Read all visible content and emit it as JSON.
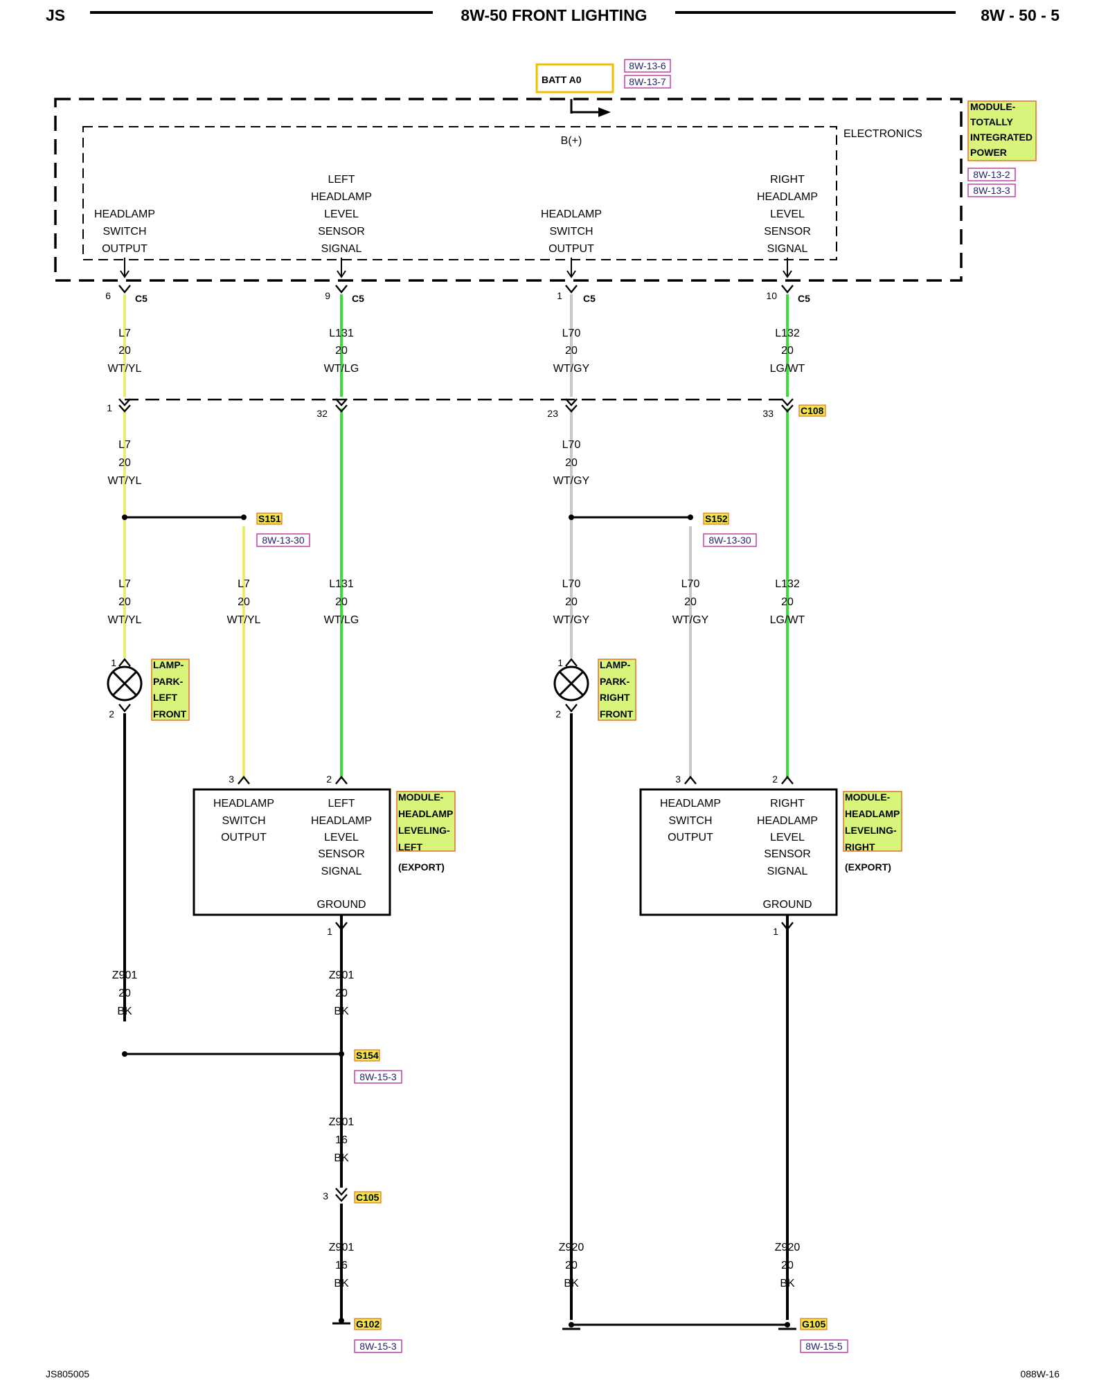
{
  "header": {
    "left": "JS",
    "title": "8W-50 FRONT LIGHTING",
    "page": "8W - 50 - 5"
  },
  "footer": {
    "left": "JS805005",
    "right": "088W-16"
  },
  "colors": {
    "WT/YL": "#ecec70",
    "WT/LG": "#3cdc3c",
    "LG/WT": "#3cdc3c",
    "WT/GY": "#c8c8c8",
    "BK": "#000000",
    "tag_fill": "#f2e64a",
    "tag_border": "#e07020",
    "label_fill": "#d8f47a",
    "ref_border": "#c040a0",
    "batt_border": "#f0c000"
  },
  "batt": {
    "label": "BATT A0",
    "refs": [
      "8W-13-6",
      "8W-13-7"
    ]
  },
  "tipm": {
    "label": [
      "MODULE-",
      "TOTALLY",
      "INTEGRATED",
      "POWER"
    ],
    "refs": [
      "8W-13-2",
      "8W-13-3"
    ],
    "electronics": "ELECTRONICS",
    "bplus": "B(+)",
    "outputs": [
      {
        "lines": [
          "HEADLAMP",
          "SWITCH",
          "OUTPUT"
        ],
        "pin": "6",
        "conn": "C5"
      },
      {
        "lines": [
          "LEFT",
          "HEADLAMP",
          "LEVEL",
          "SENSOR",
          "SIGNAL"
        ],
        "pin": "9",
        "conn": "C5"
      },
      {
        "lines": [
          "HEADLAMP",
          "SWITCH",
          "OUTPUT"
        ],
        "pin": "1",
        "conn": "C5"
      },
      {
        "lines": [
          "RIGHT",
          "HEADLAMP",
          "LEVEL",
          "SENSOR",
          "SIGNAL"
        ],
        "pin": "10",
        "conn": "C5"
      }
    ]
  },
  "wires_upper": [
    {
      "circuit": "L7",
      "gauge": "20",
      "color": "WT/YL"
    },
    {
      "circuit": "L131",
      "gauge": "20",
      "color": "WT/LG"
    },
    {
      "circuit": "L70",
      "gauge": "20",
      "color": "WT/GY"
    },
    {
      "circuit": "L132",
      "gauge": "20",
      "color": "LG/WT"
    }
  ],
  "c108": {
    "label": "C108",
    "pins": [
      "1",
      "32",
      "23",
      "33"
    ]
  },
  "wires_mid": [
    {
      "circuit": "L7",
      "gauge": "20",
      "color": "WT/YL"
    },
    {
      "circuit": "L70",
      "gauge": "20",
      "color": "WT/GY"
    }
  ],
  "splices": {
    "s151": {
      "label": "S151",
      "ref": "8W-13-30"
    },
    "s152": {
      "label": "S152",
      "ref": "8W-13-30"
    },
    "s154": {
      "label": "S154",
      "ref": "8W-15-3"
    }
  },
  "wires_lower": [
    {
      "circuit": "L7",
      "gauge": "20",
      "color": "WT/YL"
    },
    {
      "circuit": "L7",
      "gauge": "20",
      "color": "WT/YL"
    },
    {
      "circuit": "L131",
      "gauge": "20",
      "color": "WT/LG"
    },
    {
      "circuit": "L70",
      "gauge": "20",
      "color": "WT/GY"
    },
    {
      "circuit": "L70",
      "gauge": "20",
      "color": "WT/GY"
    },
    {
      "circuit": "L132",
      "gauge": "20",
      "color": "LG/WT"
    }
  ],
  "lamps": [
    {
      "label": [
        "LAMP-",
        "PARK-",
        "LEFT",
        "FRONT"
      ],
      "pin_top": "1",
      "pin_bottom": "2"
    },
    {
      "label": [
        "LAMP-",
        "PARK-",
        "RIGHT",
        "FRONT"
      ],
      "pin_top": "1",
      "pin_bottom": "2"
    }
  ],
  "leveling_modules": [
    {
      "label": [
        "MODULE-",
        "HEADLAMP",
        "LEVELING-",
        "LEFT"
      ],
      "export": "(EXPORT)",
      "col1": [
        "HEADLAMP",
        "SWITCH",
        "OUTPUT"
      ],
      "col2": [
        "LEFT",
        "HEADLAMP",
        "LEVEL",
        "SENSOR",
        "SIGNAL"
      ],
      "ground": "GROUND",
      "pin_a": "3",
      "pin_b": "2",
      "pin_gnd": "1"
    },
    {
      "label": [
        "MODULE-",
        "HEADLAMP",
        "LEVELING-",
        "RIGHT"
      ],
      "export": "(EXPORT)",
      "col1": [
        "HEADLAMP",
        "SWITCH",
        "OUTPUT"
      ],
      "col2": [
        "RIGHT",
        "HEADLAMP",
        "LEVEL",
        "SENSOR",
        "SIGNAL"
      ],
      "ground": "GROUND",
      "pin_a": "3",
      "pin_b": "2",
      "pin_gnd": "1"
    }
  ],
  "grounds": {
    "z901_a": {
      "circuit": "Z901",
      "gauge": "20",
      "color": "BK"
    },
    "z901_b": {
      "circuit": "Z901",
      "gauge": "20",
      "color": "BK"
    },
    "z901_c": {
      "circuit": "Z901",
      "gauge": "16",
      "color": "BK"
    },
    "c105": {
      "label": "C105",
      "pin": "3"
    },
    "z901_d": {
      "circuit": "Z901",
      "gauge": "16",
      "color": "BK"
    },
    "z920_a": {
      "circuit": "Z920",
      "gauge": "20",
      "color": "BK"
    },
    "z920_b": {
      "circuit": "Z920",
      "gauge": "20",
      "color": "BK"
    },
    "g102": {
      "label": "G102",
      "ref": "8W-15-3"
    },
    "g105": {
      "label": "G105",
      "ref": "8W-15-5"
    }
  }
}
